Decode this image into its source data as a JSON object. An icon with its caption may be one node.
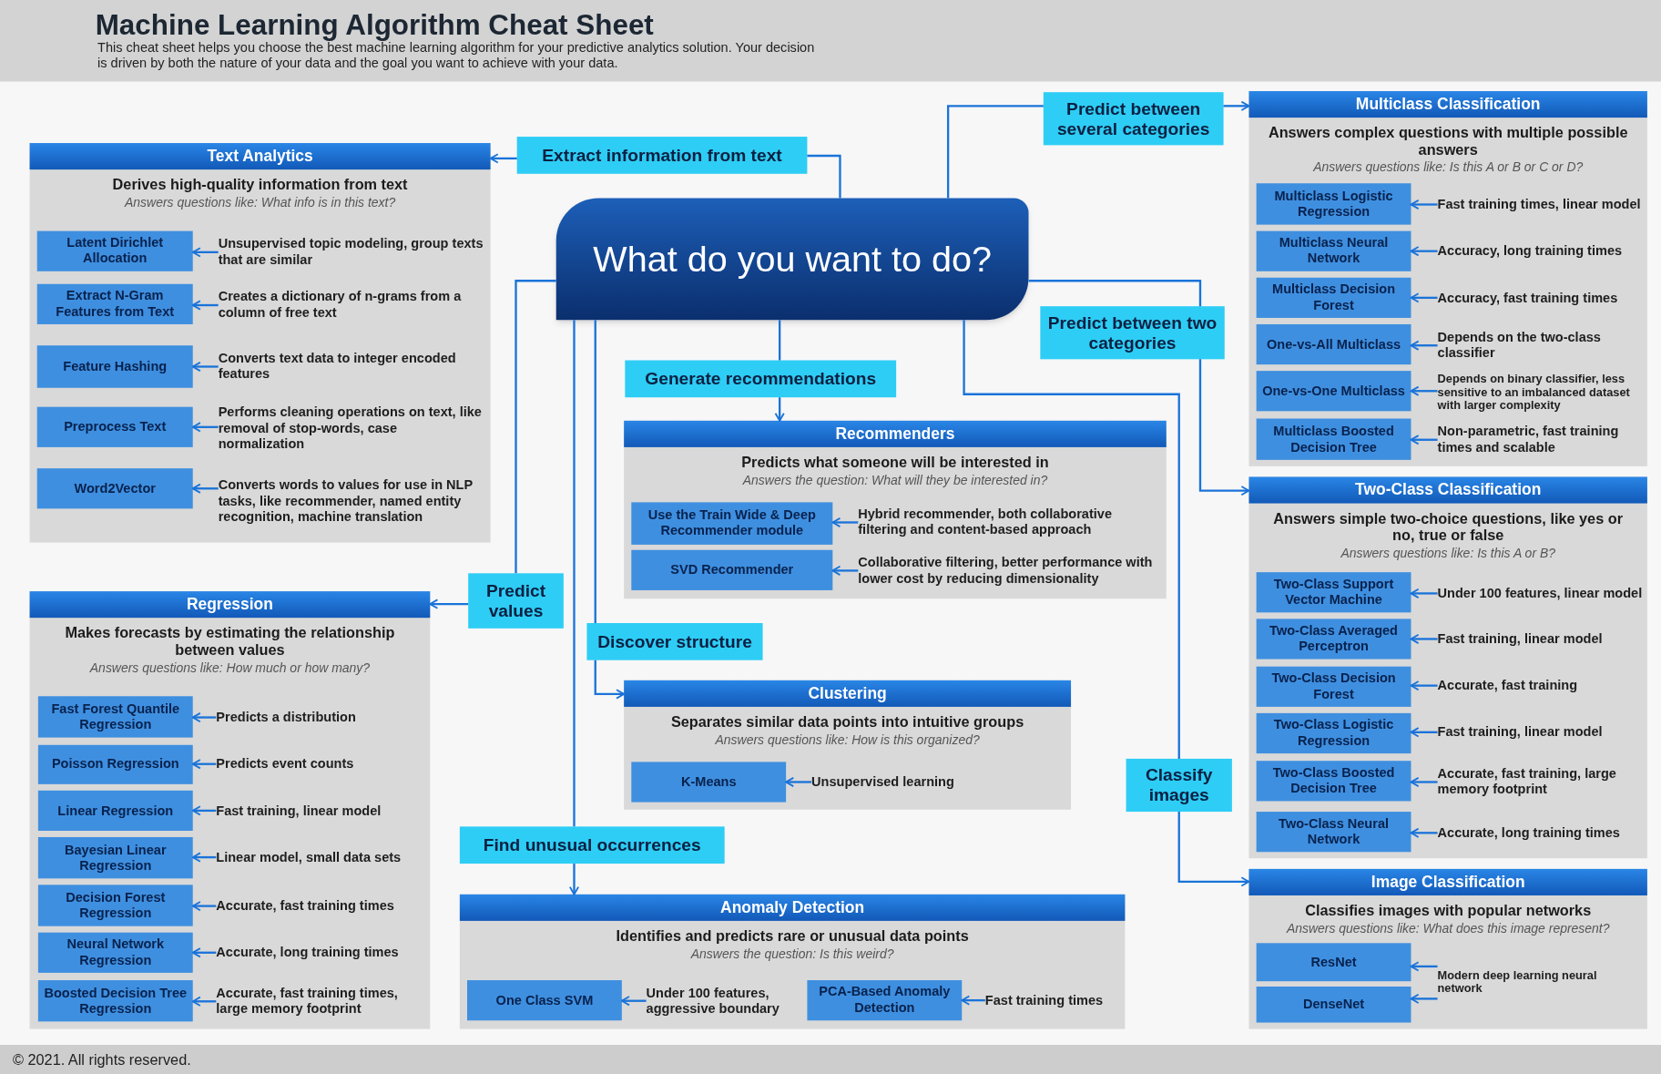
{
  "diagram": {
    "title": "Machine Learning Algorithm Cheat Sheet",
    "nodes": [
      {
        "text": [
          "What do you want to do?"
        ]
      },
      {
        "text": [
          "Extract information from text"
        ]
      },
      {
        "text": [
          "Predict between several categories"
        ]
      },
      {
        "text": [
          "Predict between two categories"
        ]
      },
      {
        "text": [
          "Generate recommendations"
        ]
      },
      {
        "text": [
          "Predict values"
        ]
      },
      {
        "text": [
          "Discover structure"
        ]
      },
      {
        "text": [
          "Find unusual occurrences"
        ]
      },
      {
        "text": [
          "Classify images"
        ]
      },
      {
        "text": [
          "Text Analytics",
          "Derives high-quality information from text",
          "Answers questions like: What info is in this text?"
        ]
      },
      {
        "text": [
          "Latent Dirichlet Allocation"
        ],
        "in": 9
      },
      {
        "text": [
          "Unsupervised topic modeling, group texts that are similar"
        ],
        "in": 9
      },
      {
        "text": [
          "Extract N-Gram Features from Text"
        ],
        "in": 9
      },
      {
        "text": [
          "Creates a dictionary of n-grams from a column of free text"
        ],
        "in": 9
      },
      {
        "text": [
          "Feature Hashing"
        ],
        "in": 9
      },
      {
        "text": [
          "Converts text data to integer encoded features"
        ],
        "in": 9
      },
      {
        "text": [
          "Preprocess Text"
        ],
        "in": 9
      },
      {
        "text": [
          "Performs cleaning operations on text, like removal of stop-words, case normalization"
        ],
        "in": 9
      },
      {
        "text": [
          "Word2Vector"
        ],
        "in": 9
      },
      {
        "text": [
          "Converts words to values for use in NLP tasks, like recommender, named entity recognition, machine translation"
        ],
        "in": 9
      },
      {
        "text": [
          "Regression",
          "Makes forecasts by estimating the relationship between values",
          "Answers questions like: How much or how many?"
        ]
      },
      {
        "text": [
          "Fast Forest Quantile Regression"
        ],
        "in": 20
      },
      {
        "text": [
          "Predicts a distribution"
        ],
        "in": 20
      },
      {
        "text": [
          "Poisson Regression"
        ],
        "in": 20
      },
      {
        "text": [
          "Predicts event counts"
        ],
        "in": 20
      },
      {
        "text": [
          "Linear Regression"
        ],
        "in": 20
      },
      {
        "text": [
          "Fast training, linear model"
        ],
        "in": 20
      },
      {
        "text": [
          "Bayesian Linear Regression"
        ],
        "in": 20
      },
      {
        "text": [
          "Linear model, small data sets"
        ],
        "in": 20
      },
      {
        "text": [
          "Decision Forest Regression"
        ],
        "in": 20
      },
      {
        "text": [
          "Accurate, fast training times"
        ],
        "in": 20
      },
      {
        "text": [
          "Neural Network Regression"
        ],
        "in": 20
      },
      {
        "text": [
          "Accurate, long training times"
        ],
        "in": 20
      },
      {
        "text": [
          "Boosted Decision Tree Regression"
        ],
        "in": 20
      },
      {
        "text": [
          "Accurate, fast training times, large memory footprint"
        ],
        "in": 20
      },
      {
        "text": [
          "Recommenders",
          "Predicts what someone will be interested in",
          "Answers the question: What will they be interested in?"
        ]
      },
      {
        "text": [
          "Use the Train Wide & Deep Recommender module"
        ],
        "in": 35
      },
      {
        "text": [
          "Hybrid recommender, both collaborative filtering and content-based approach"
        ],
        "in": 35
      },
      {
        "text": [
          "SVD Recommender"
        ],
        "in": 35
      },
      {
        "text": [
          "Collaborative filtering, better performance with lower cost by reducing dimensionality"
        ],
        "in": 35
      },
      {
        "text": [
          "Clustering",
          "Separates similar data points into intuitive groups",
          "Answers questions like: How is this organized?"
        ]
      },
      {
        "text": [
          "K-Means"
        ],
        "in": 40
      },
      {
        "text": [
          "Unsupervised learning"
        ],
        "in": 40
      },
      {
        "text": [
          "Anomaly Detection",
          "Identifies and predicts rare or unusual data points",
          "Answers the question: Is this weird?"
        ]
      },
      {
        "text": [
          "One Class SVM"
        ],
        "in": 43
      },
      {
        "text": [
          "Under 100 features, aggressive boundary"
        ],
        "in": 43
      },
      {
        "text": [
          "PCA-Based Anomaly Detection"
        ],
        "in": 43
      },
      {
        "text": [
          "Fast training times"
        ],
        "in": 43
      },
      {
        "text": [
          "Multiclass Classification",
          "Answers complex questions with multiple possible answers",
          "Answers questions like: Is this A or B or C or D?"
        ]
      },
      {
        "text": [
          "Multiclass Logistic Regression"
        ],
        "in": 48
      },
      {
        "text": [
          "Fast training times, linear model"
        ],
        "in": 48
      },
      {
        "text": [
          "Multiclass Neural Network"
        ],
        "in": 48
      },
      {
        "text": [
          "Accuracy, long training times"
        ],
        "in": 48
      },
      {
        "text": [
          "Multiclass Decision Forest"
        ],
        "in": 48
      },
      {
        "text": [
          "Accuracy, fast training times"
        ],
        "in": 48
      },
      {
        "text": [
          "One-vs-All Multiclass"
        ],
        "in": 48
      },
      {
        "text": [
          "Depends on the two-class classifier"
        ],
        "in": 48
      },
      {
        "text": [
          "One-vs-One Multiclass"
        ],
        "in": 48
      },
      {
        "text": [
          "Depends on binary classifier, less sensitive to an imbalanced dataset with larger complexity"
        ],
        "in": 48
      },
      {
        "text": [
          "Multiclass Boosted Decision Tree"
        ],
        "in": 48
      },
      {
        "text": [
          "Non-parametric, fast training times and scalable"
        ],
        "in": 48
      },
      {
        "text": [
          "Two-Class Classification",
          "Answers simple two-choice questions, like yes or no, true or false",
          "Answers questions like: Is this A or B?"
        ]
      },
      {
        "text": [
          "Two-Class Support Vector Machine"
        ],
        "in": 61
      },
      {
        "text": [
          "Under 100 features, linear model"
        ],
        "in": 61
      },
      {
        "text": [
          "Two-Class Averaged Perceptron"
        ],
        "in": 61
      },
      {
        "text": [
          "Fast training, linear model"
        ],
        "in": 61
      },
      {
        "text": [
          "Two-Class Decision Forest"
        ],
        "in": 61
      },
      {
        "text": [
          "Accurate, fast training"
        ],
        "in": 61
      },
      {
        "text": [
          "Two-Class Logistic Regression"
        ],
        "in": 61
      },
      {
        "text": [
          "Fast training, linear model"
        ],
        "in": 61
      },
      {
        "text": [
          "Two-Class Boosted Decision Tree"
        ],
        "in": 61
      },
      {
        "text": [
          "Accurate, fast training, large memory footprint"
        ],
        "in": 61
      },
      {
        "text": [
          "Two-Class Neural Network"
        ],
        "in": 61
      },
      {
        "text": [
          "Accurate, long training times"
        ],
        "in": 61
      },
      {
        "text": [
          "Image Classification",
          "Classifies images with popular networks",
          "Answers questions like: What does this image represent?"
        ]
      },
      {
        "text": [
          "ResNet"
        ],
        "in": 74
      },
      {
        "text": [
          "DenseNet"
        ],
        "in": 74
      },
      {
        "text": [
          "Modern deep learning neural network"
        ],
        "in": 74
      }
    ],
    "edges": [
      {
        "from": 0,
        "to": 1,
        "arrow": "none"
      },
      {
        "from": 1,
        "to": 9,
        "arrow": "to"
      },
      {
        "from": 0,
        "to": 2,
        "arrow": "none"
      },
      {
        "from": 2,
        "to": 48,
        "arrow": "to"
      },
      {
        "from": 0,
        "to": 3,
        "arrow": "none"
      },
      {
        "from": 3,
        "to": 61,
        "arrow": "to"
      },
      {
        "from": 0,
        "to": 4,
        "arrow": "none"
      },
      {
        "from": 4,
        "to": 35,
        "arrow": "to"
      },
      {
        "from": 0,
        "to": 5,
        "arrow": "none"
      },
      {
        "from": 5,
        "to": 20,
        "arrow": "to"
      },
      {
        "from": 0,
        "to": 6,
        "arrow": "none"
      },
      {
        "from": 6,
        "to": 40,
        "arrow": "to"
      },
      {
        "from": 0,
        "to": 7,
        "arrow": "none"
      },
      {
        "from": 7,
        "to": 43,
        "arrow": "to"
      },
      {
        "from": 0,
        "to": 8,
        "arrow": "none"
      },
      {
        "from": 8,
        "to": 74,
        "arrow": "to"
      },
      {
        "from": 11,
        "to": 10,
        "arrow": "to"
      },
      {
        "from": 13,
        "to": 12,
        "arrow": "to"
      },
      {
        "from": 15,
        "to": 14,
        "arrow": "to"
      },
      {
        "from": 17,
        "to": 16,
        "arrow": "to"
      },
      {
        "from": 19,
        "to": 18,
        "arrow": "to"
      },
      {
        "from": 22,
        "to": 21,
        "arrow": "to"
      },
      {
        "from": 24,
        "to": 23,
        "arrow": "to"
      },
      {
        "from": 26,
        "to": 25,
        "arrow": "to"
      },
      {
        "from": 28,
        "to": 27,
        "arrow": "to"
      },
      {
        "from": 30,
        "to": 29,
        "arrow": "to"
      },
      {
        "from": 32,
        "to": 31,
        "arrow": "to"
      },
      {
        "from": 34,
        "to": 33,
        "arrow": "to"
      },
      {
        "from": 37,
        "to": 36,
        "arrow": "to"
      },
      {
        "from": 39,
        "to": 38,
        "arrow": "to"
      },
      {
        "from": 42,
        "to": 41,
        "arrow": "to"
      },
      {
        "from": 45,
        "to": 44,
        "arrow": "to"
      },
      {
        "from": 47,
        "to": 46,
        "arrow": "to"
      },
      {
        "from": 50,
        "to": 49,
        "arrow": "to"
      },
      {
        "from": 52,
        "to": 51,
        "arrow": "to"
      },
      {
        "from": 54,
        "to": 53,
        "arrow": "to"
      },
      {
        "from": 56,
        "to": 55,
        "arrow": "to"
      },
      {
        "from": 58,
        "to": 57,
        "arrow": "to"
      },
      {
        "from": 60,
        "to": 59,
        "arrow": "to"
      },
      {
        "from": 63,
        "to": 62,
        "arrow": "to"
      },
      {
        "from": 65,
        "to": 64,
        "arrow": "to"
      },
      {
        "from": 67,
        "to": 66,
        "arrow": "to"
      },
      {
        "from": 69,
        "to": 68,
        "arrow": "to"
      },
      {
        "from": 71,
        "to": 70,
        "arrow": "to"
      },
      {
        "from": 73,
        "to": 72,
        "arrow": "to"
      },
      {
        "from": 77,
        "to": 75,
        "arrow": "to"
      },
      {
        "from": 77,
        "to": 76,
        "arrow": "to"
      }
    ],
    "labels": [
      "This cheat sheet helps you choose the best machine learning algorithm for your predictive analytics solution. Your decision is driven by both the nature of your data and the goal you want to achieve with your data.",
      "© 2021. All rights reserved."
    ]
  }
}
